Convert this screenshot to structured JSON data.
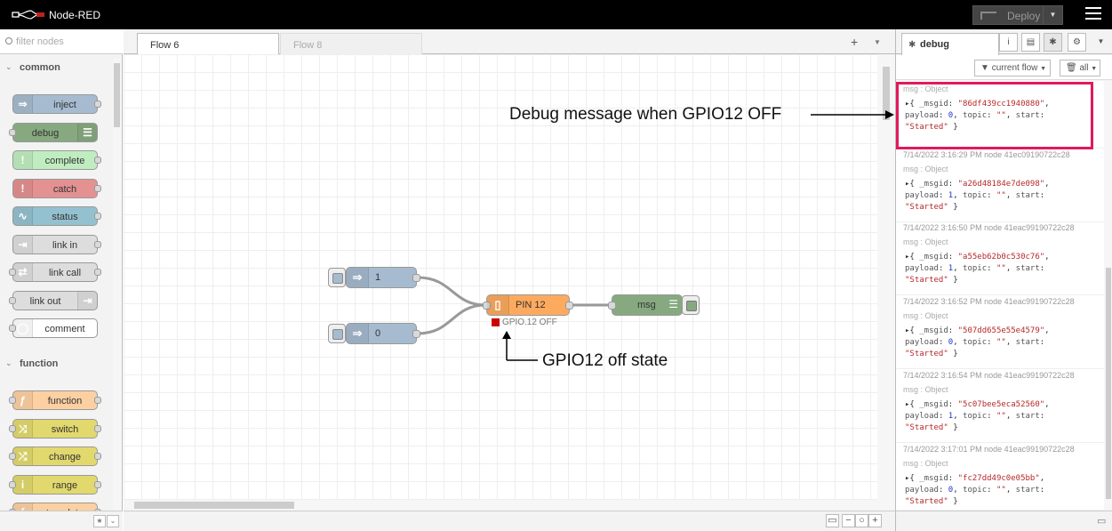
{
  "header": {
    "app_title": "Node-RED",
    "deploy_label": "Deploy"
  },
  "palette": {
    "filter_placeholder": "filter nodes",
    "categories": [
      {
        "title": "common",
        "nodes": [
          {
            "label": "inject",
            "color": "#a6bbcf",
            "icon": "arrow-right-icon"
          },
          {
            "label": "debug",
            "color": "#87a980",
            "icon": "list-icon"
          },
          {
            "label": "complete",
            "color": "#c0edc0",
            "icon": "exclamation-icon"
          },
          {
            "label": "catch",
            "color": "#e49191",
            "icon": "exclamation-icon"
          },
          {
            "label": "status",
            "color": "#94c1d0",
            "icon": "pulse-icon"
          },
          {
            "label": "link in",
            "color": "#dddddd",
            "icon": "link-in-icon"
          },
          {
            "label": "link call",
            "color": "#dddddd",
            "icon": "link-call-icon"
          },
          {
            "label": "link out",
            "color": "#dddddd",
            "icon": "link-out-icon"
          },
          {
            "label": "comment",
            "color": "#ffffff",
            "icon": "comment-icon"
          }
        ]
      },
      {
        "title": "function",
        "nodes": [
          {
            "label": "function",
            "color": "#fdd0a2",
            "icon": "function-icon"
          },
          {
            "label": "switch",
            "color": "#e2d96e",
            "icon": "switch-icon"
          },
          {
            "label": "change",
            "color": "#e2d96e",
            "icon": "shuffle-icon"
          },
          {
            "label": "range",
            "color": "#e2d96e",
            "icon": "range-icon"
          },
          {
            "label": "template",
            "color": "#fdd0a2",
            "icon": "template-icon"
          }
        ]
      }
    ]
  },
  "workspace": {
    "tabs": [
      {
        "label": "Flow 6",
        "active": true
      },
      {
        "label": "Flow 8",
        "active": false
      }
    ],
    "nodes": {
      "inject1": {
        "label": "1",
        "color": "#a6bbcf"
      },
      "inject0": {
        "label": "0",
        "color": "#a6bbcf"
      },
      "pin": {
        "label": "PIN 12",
        "color": "#fdaa5f",
        "status": "GPIO.12 OFF",
        "status_color": "#cc0000"
      },
      "msg": {
        "label": "msg",
        "color": "#87a980"
      }
    }
  },
  "annotations": {
    "debug_note": "Debug message when GPIO12 OFF",
    "state_note": "GPIO12 off state"
  },
  "sidebar": {
    "tab_label": "debug",
    "filter_flow": "current flow",
    "filter_all": "all",
    "messages": [
      {
        "meta": "",
        "type": "msg : Object",
        "msgid": "\"86df439cc1940880\"",
        "payload": "0",
        "topic": "\"\"",
        "start": "\"Started\""
      },
      {
        "meta": "7/14/2022 3:16:29 PM  node 41ec09190722c28",
        "type": "msg : Object",
        "msgid": "\"a26d48184e7de098\"",
        "payload": "1",
        "topic": "\"\"",
        "start": "\"Started\""
      },
      {
        "meta": "7/14/2022 3:16:50 PM  node 41eac99190722c28",
        "type": "msg : Object",
        "msgid": "\"a55eb62b0c530c76\"",
        "payload": "1",
        "topic": "\"\"",
        "start": "\"Started\""
      },
      {
        "meta": "7/14/2022 3:16:52 PM  node 41eac99190722c28",
        "type": "msg : Object",
        "msgid": "\"507dd655e55e4579\"",
        "payload": "0",
        "topic": "\"\"",
        "start": "\"Started\""
      },
      {
        "meta": "7/14/2022 3:16:54 PM  node 41eac99190722c28",
        "type": "msg : Object",
        "msgid": "\"5c07bee5eca52560\"",
        "payload": "1",
        "topic": "\"\"",
        "start": "\"Started\""
      },
      {
        "meta": "7/14/2022 3:17:01 PM  node 41eac99190722c28",
        "type": "msg : Object",
        "msgid": "\"fc27dd49c0e05bb\"",
        "payload": "0",
        "topic": "\"\"",
        "start": "\"Started\""
      }
    ]
  },
  "colors": {
    "highlight": "#e2195a",
    "header": "#000000"
  }
}
